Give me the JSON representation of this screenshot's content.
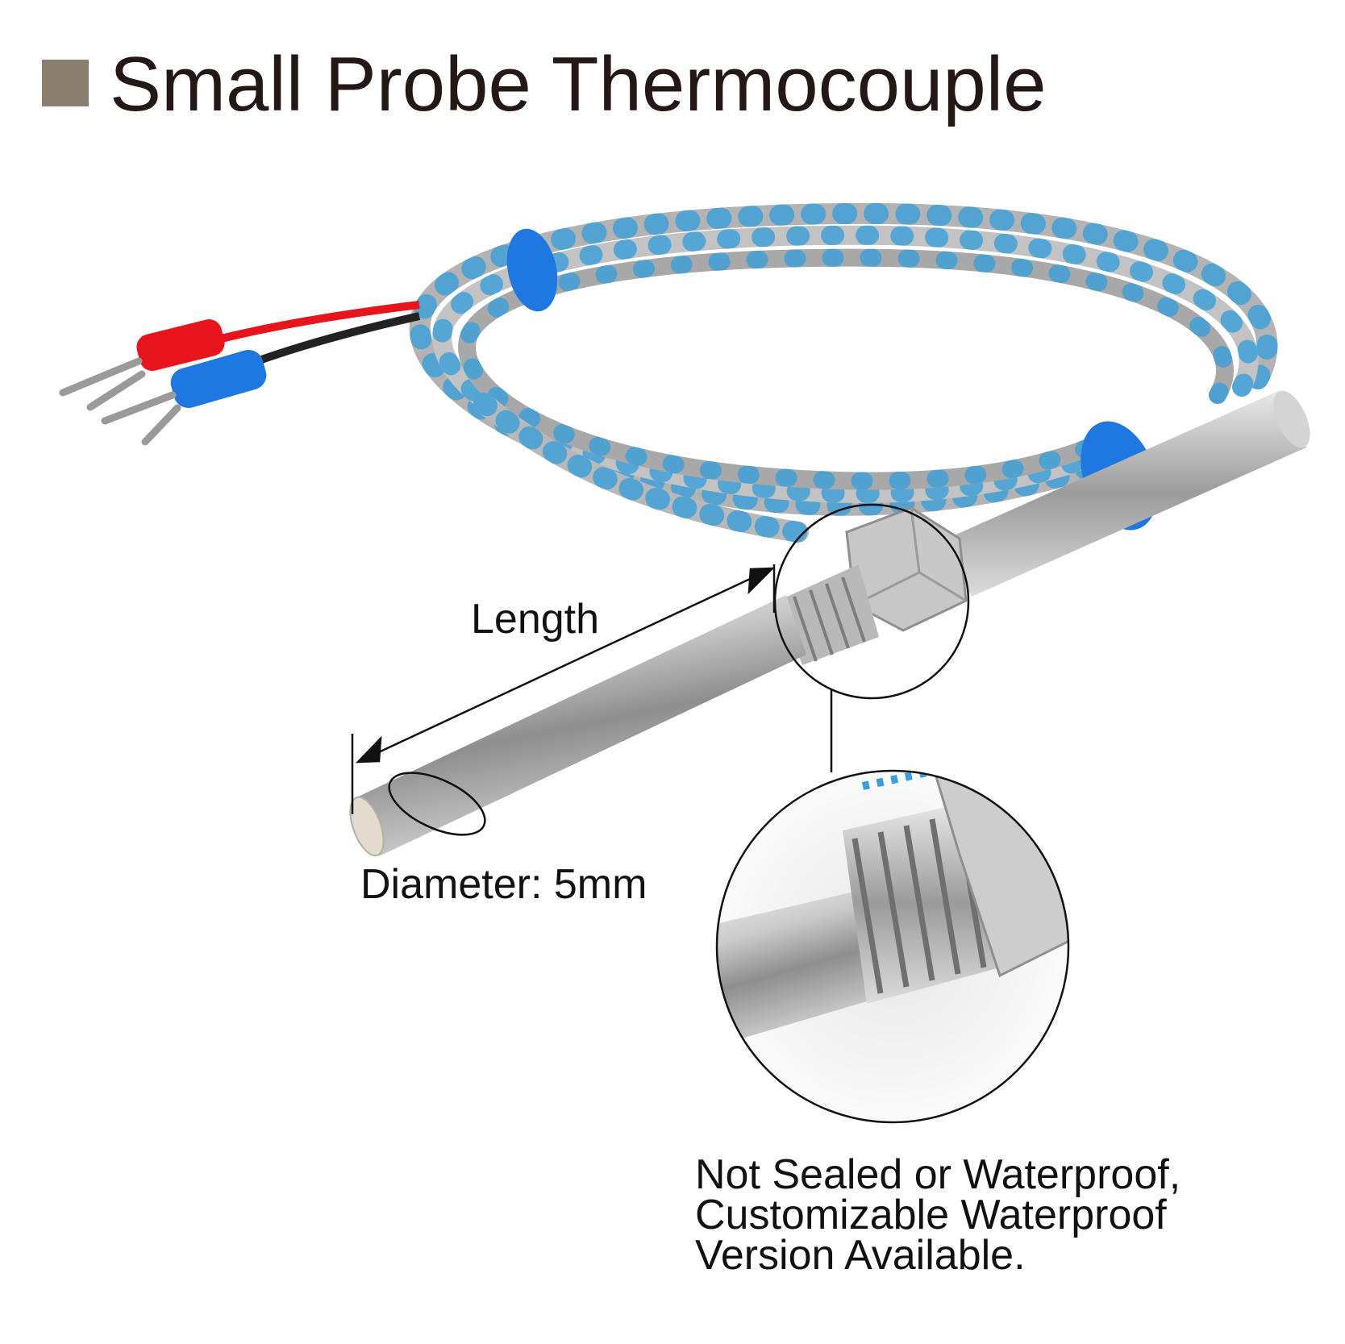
{
  "heading": {
    "title": "Small Probe Thermocouple",
    "marker_color": "#8a7e6e"
  },
  "labels": {
    "length": "Length",
    "diameter": "Diameter: 5mm"
  },
  "note": {
    "lines": [
      "Not Sealed or Waterproof,",
      "Customizable Waterproof",
      "Version Available."
    ]
  },
  "colors": {
    "sleeve_blue": "#1f78e0",
    "red_wire": "#e8141b",
    "braid_accent": "#3a9fd8"
  }
}
